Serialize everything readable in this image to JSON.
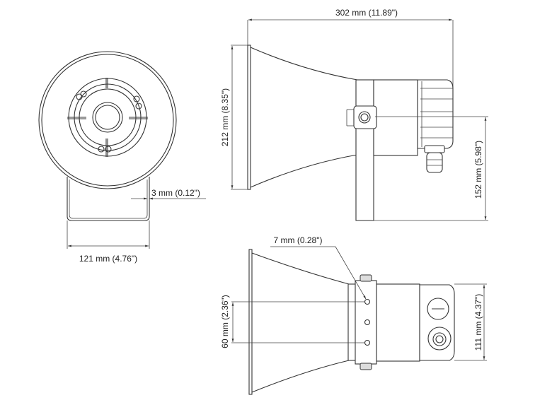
{
  "title": "Horn speaker dimension drawing",
  "front_view": {
    "width_label": "121 mm (4.76\")",
    "bracket_label": "3 mm (0.12\")"
  },
  "side_view": {
    "length_label": "302 mm (11.89\")",
    "height_label": "212 mm (8.35\")",
    "mount_height_label": "152 mm (5.98\")"
  },
  "top_view": {
    "hole_label": "7 mm (0.28\")",
    "hole_spacing_label": "60 mm (2.36\")",
    "body_width_label": "111 mm (4.37\")"
  }
}
